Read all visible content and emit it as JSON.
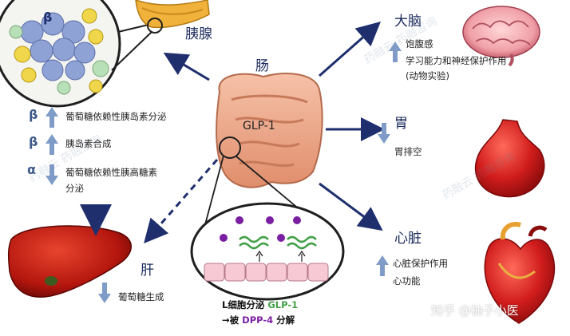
{
  "organs": {
    "pancreas": "胰腺",
    "intestine": "肠",
    "brain": "大脑",
    "stomach": "胃",
    "heart": "心脏",
    "liver": "肝"
  },
  "labels": {
    "glp1": "GLP-1",
    "islet_beta": "β"
  },
  "brain_effects": [
    "饱腹感",
    "学习能力和神经保护作用",
    "(动物实验)"
  ],
  "stomach_effects": [
    "胃排空"
  ],
  "heart_effects": [
    "心脏保护作用",
    "心功能"
  ],
  "liver_effects": [
    "葡萄糖生成"
  ],
  "pancreas_effects": [
    {
      "symbol": "β",
      "text": "葡萄糖依赖性胰岛素分泌",
      "direction": "up"
    },
    {
      "symbol": "β",
      "text": "胰岛素合成",
      "direction": "up"
    },
    {
      "symbol": "α",
      "text": "葡萄糖依赖性胰高糖素",
      "text2": "分泌",
      "direction": "down"
    }
  ],
  "cell_caption": {
    "line1_prefix": "L细胞分泌",
    "line1_glp": "GLP-1",
    "line2_prefix": "→被",
    "line2_dpp": "DPP-4",
    "line2_suffix": "分解"
  },
  "watermark": "药融云 药融咨询",
  "credit": "知乎 @柚子小医",
  "colors": {
    "arrow": "#1f2f6e",
    "effect_arrow": "#7f9cc8",
    "glp_green": "#43a047",
    "dpp_purple": "#7b1fa2",
    "organ_red": "#c91818"
  }
}
